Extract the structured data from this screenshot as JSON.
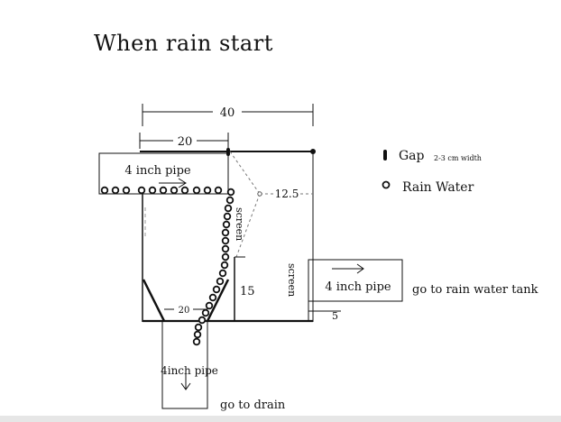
{
  "title": "When rain start",
  "dimensions": {
    "total_width": "40",
    "inlet_width": "20",
    "screen_offset": "12.5",
    "outlet_height": "15",
    "outlet_offset": "5",
    "bottom_width": "20"
  },
  "pipes": {
    "inlet": "4 inch pipe",
    "outlet": "4 inch pipe",
    "drain": "4inch pipe"
  },
  "screen_labels": {
    "left": "screen",
    "right": "screen"
  },
  "legend": {
    "gap_label": "Gap",
    "gap_note": "2-3 cm width",
    "water_label": "Rain Water"
  },
  "destinations": {
    "tank": "go to rain water tank",
    "drain": "go to drain"
  },
  "colors": {
    "line": "#111111",
    "dashed": "#666666",
    "background": "#ffffff"
  }
}
